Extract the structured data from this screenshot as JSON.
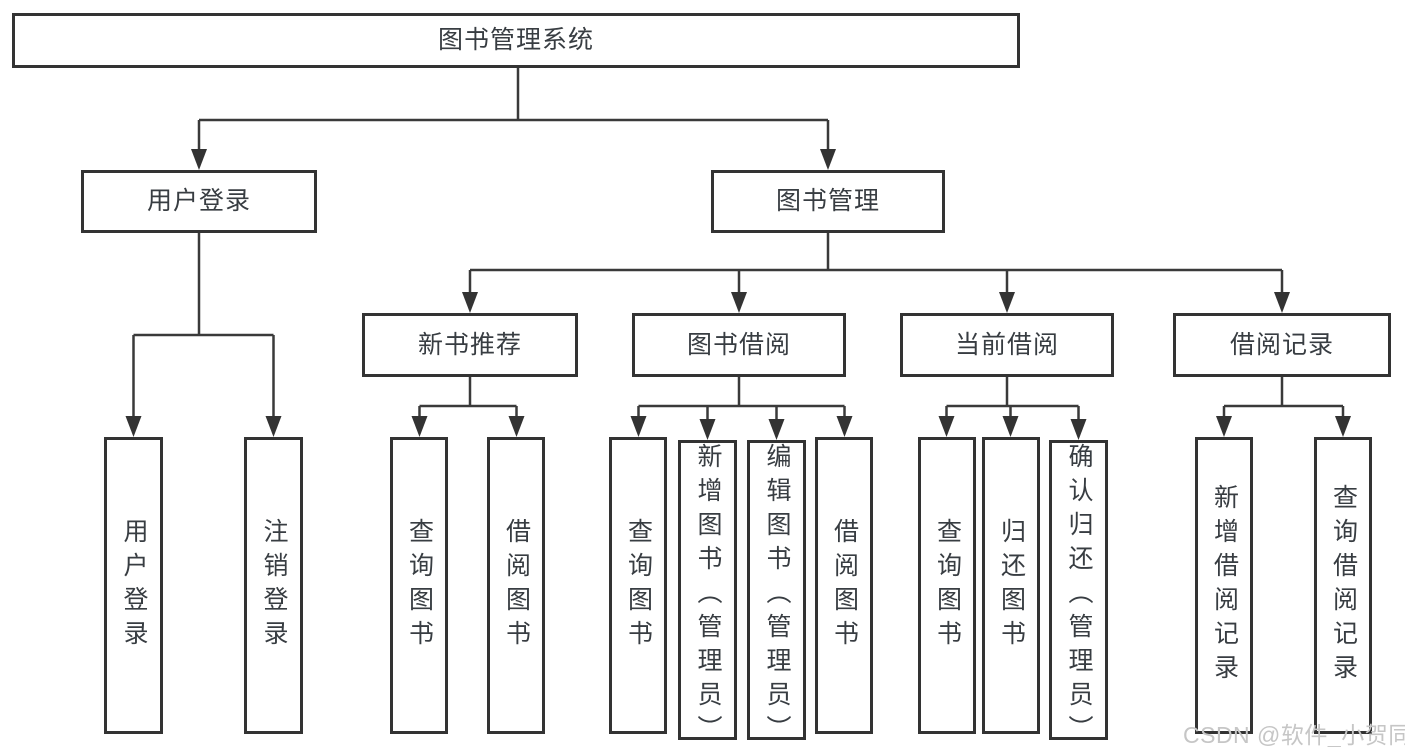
{
  "diagram": {
    "title": "图书管理系统",
    "branches": [
      {
        "label": "用户登录",
        "children": [
          {
            "label": "用户登录"
          },
          {
            "label": "注销登录"
          }
        ]
      },
      {
        "label": "图书管理",
        "children": [
          {
            "label": "新书推荐",
            "children": [
              {
                "label": "查询图书"
              },
              {
                "label": "借阅图书"
              }
            ]
          },
          {
            "label": "图书借阅",
            "children": [
              {
                "label": "查询图书"
              },
              {
                "label": "新增图书（管理员）"
              },
              {
                "label": "编辑图书（管理员）"
              },
              {
                "label": "借阅图书"
              }
            ]
          },
          {
            "label": "当前借阅",
            "children": [
              {
                "label": "查询图书"
              },
              {
                "label": "归还图书"
              },
              {
                "label": "确认归还（管理员）"
              }
            ]
          },
          {
            "label": "借阅记录",
            "children": [
              {
                "label": "新增借阅记录"
              },
              {
                "label": "查询借阅记录"
              }
            ]
          }
        ]
      }
    ],
    "watermark": "CSDN @软件_小贺同学",
    "colors": {
      "line": "#3a3a3a",
      "box_border": "#333333",
      "text": "#383d42",
      "watermark": "#c6c6c6",
      "background": "#ffffff"
    }
  }
}
